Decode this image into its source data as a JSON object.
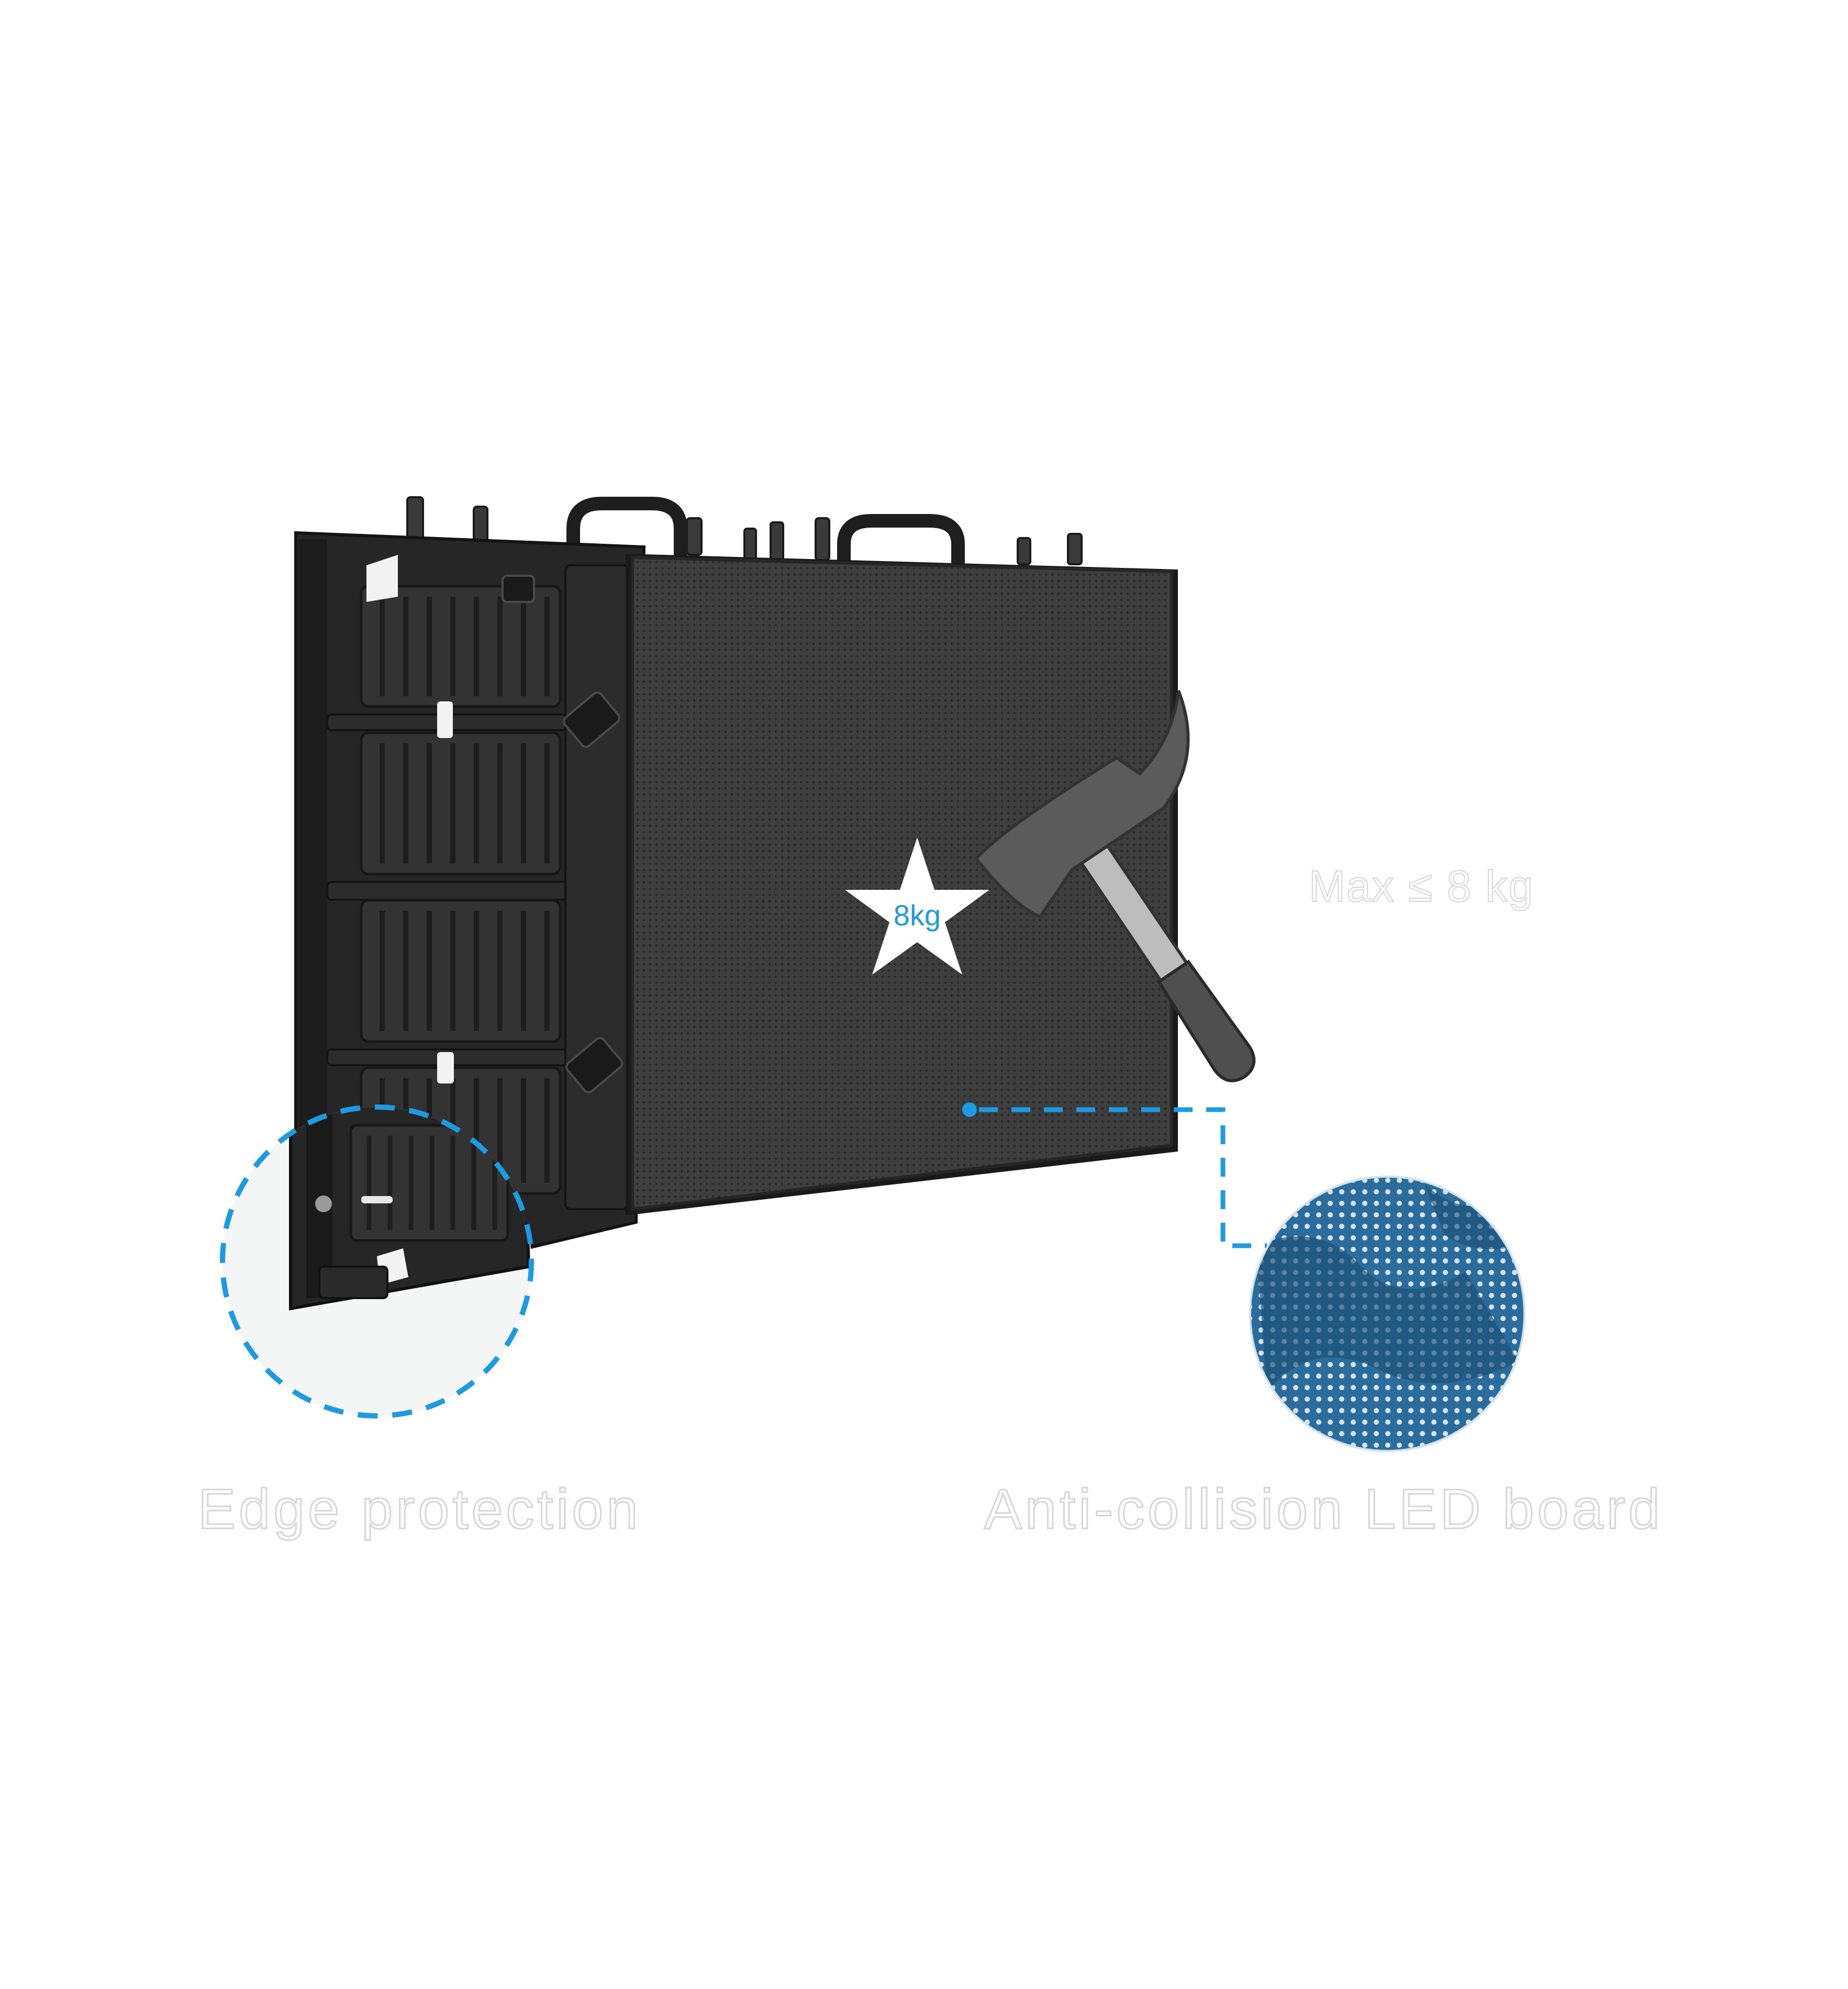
{
  "labels": {
    "star_weight": "8kg",
    "max_load": "Max ≤ 8 kg",
    "edge_protection": "Edge protection",
    "anti_collision": "Anti-collision LED board"
  },
  "icons": {
    "star": "star-icon",
    "hammer": "hammer-icon"
  },
  "colors": {
    "accent_blue": "#1a9be2",
    "panel_face": "#3d3d3d",
    "cabinet": "#262626",
    "caption_outline": "#d6d6d6",
    "hammer_head": "#5b5b5b",
    "hammer_shaft": "#bcbcbc"
  }
}
